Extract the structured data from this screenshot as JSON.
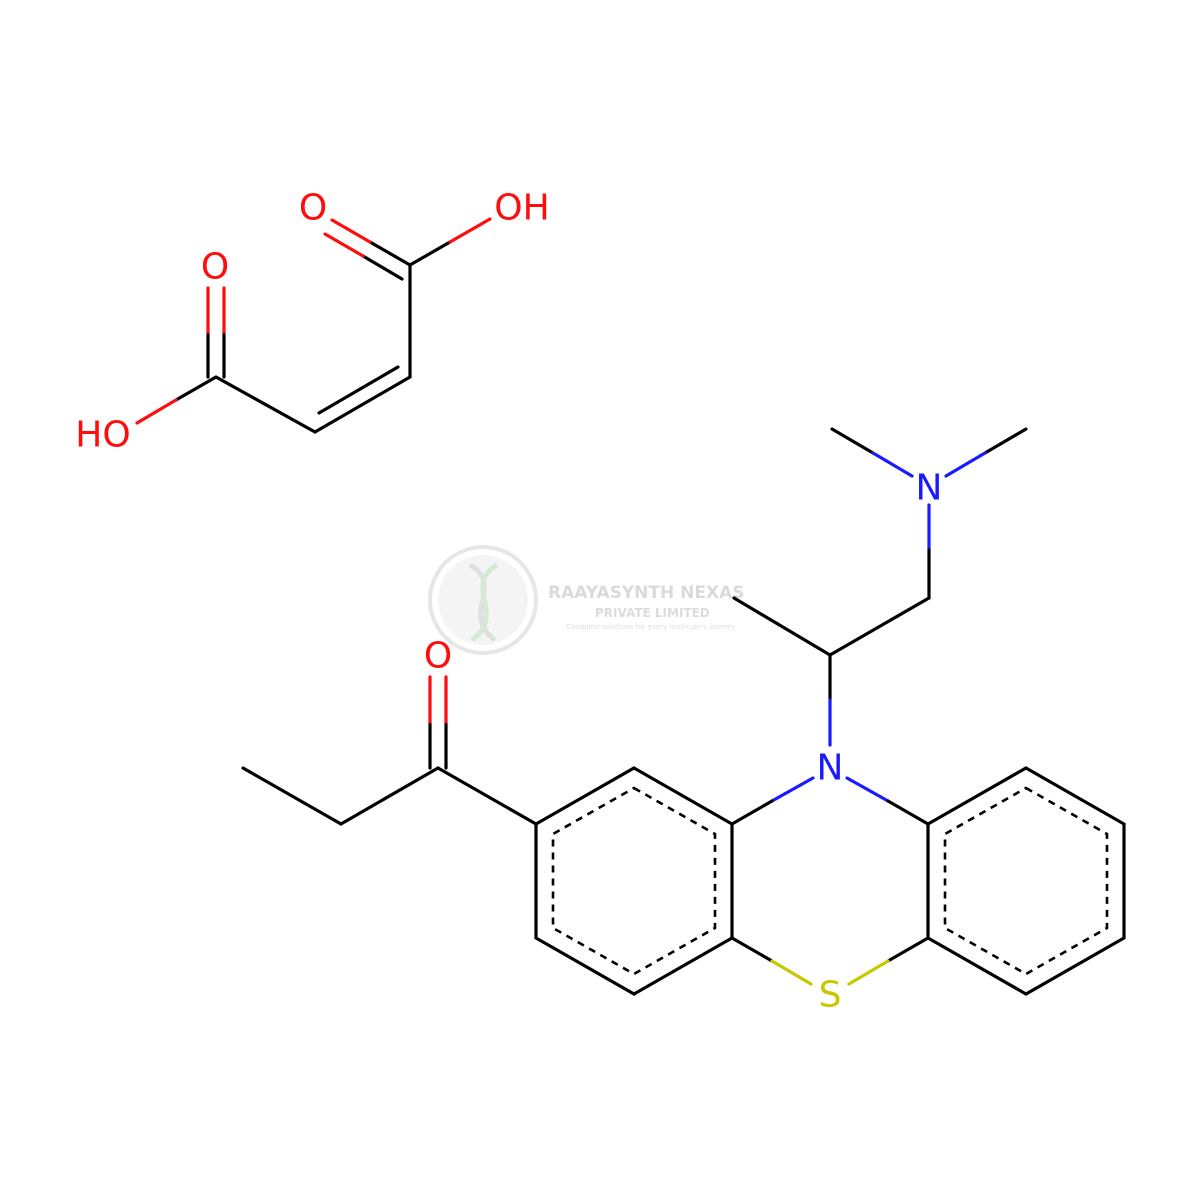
{
  "colors": {
    "bond": "#000000",
    "oxygen": "#ff0d0d",
    "nitrogen": "#1a1aff",
    "sulfur": "#c8c800",
    "watermark": "#d7d7d7"
  },
  "atoms": {
    "o_maleic_top": "O",
    "oh_maleic_top": "OH",
    "o_maleic_left": "O",
    "ho_maleic_left": "HO",
    "n_amine": "N",
    "o_ketone": "O",
    "n_ring": "N",
    "s_ring": "S"
  },
  "watermark": {
    "company": "RAAYASYNTH NEXAS",
    "subtitle": "PRIVATE LIMITED",
    "tagline": "Complete solutions for every molecule's journey",
    "logo_icon": "dna-helix-logo"
  }
}
